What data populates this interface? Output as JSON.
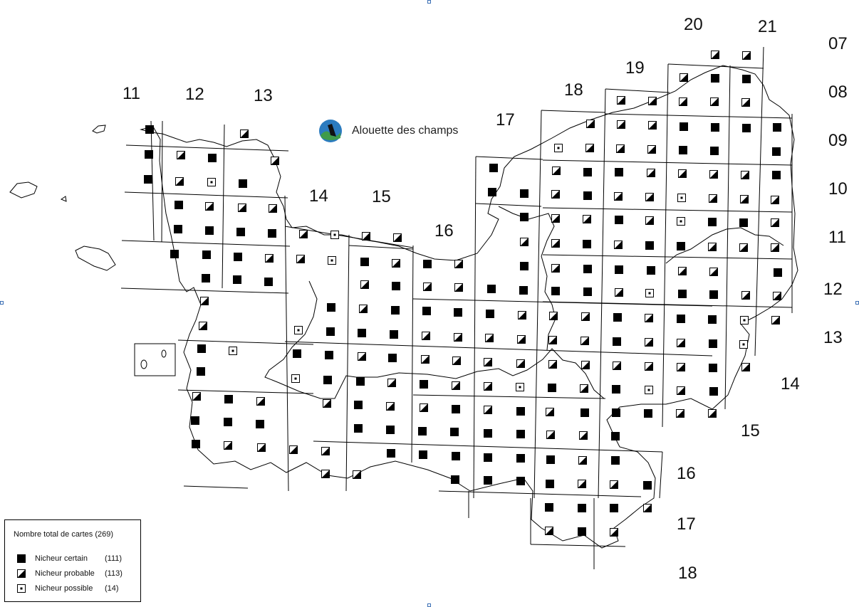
{
  "title": "Alouette des champs",
  "col_labels": [
    "11",
    "12",
    "13",
    "14",
    "15",
    "16",
    "17",
    "18",
    "19",
    "20",
    "21"
  ],
  "row_labels": [
    "07",
    "08",
    "09",
    "10",
    "11",
    "12",
    "13",
    "14",
    "15",
    "16",
    "17",
    "18"
  ],
  "legend": {
    "total": "Nombre total de cartes (269)",
    "items": [
      {
        "type": "certain",
        "label": "Nicheur certain",
        "count": "(111)"
      },
      {
        "type": "probable",
        "label": "Nicheur probable",
        "count": "(113)"
      },
      {
        "type": "possible",
        "label": "Nicheur possible",
        "count": "(14)"
      }
    ]
  },
  "colors": {
    "ink": "#000000",
    "background": "#ffffff",
    "logo_blue": "#2b7bbf",
    "logo_green": "#3f9b4a",
    "selection_handle": "#3b6fb5"
  },
  "icons": [
    "bird-logo-icon",
    "square-certain-icon",
    "square-probable-icon",
    "square-possible-icon"
  ]
}
